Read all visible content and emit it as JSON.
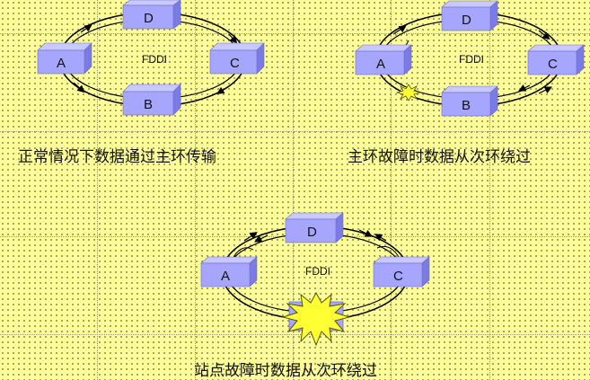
{
  "colors": {
    "background": "#ffff99",
    "box_front": "#a6a6ff",
    "box_top": "#c9c9ff",
    "box_side": "#7b7be6",
    "ring": "#000000",
    "fault_fill": "#ffff33",
    "fault_stroke": "#555500"
  },
  "diagrams": [
    {
      "center_label": "FDDI",
      "nodes": {
        "top": "D",
        "left": "A",
        "right": "C",
        "bottom": "B"
      },
      "caption": "正常情况下数据通过主环传输"
    },
    {
      "center_label": "FDDI",
      "nodes": {
        "top": "D",
        "left": "A",
        "right": "C",
        "bottom": "B"
      },
      "caption": "主环故障时数据从次环绕过"
    },
    {
      "center_label": "FDDI",
      "nodes": {
        "top": "D",
        "left": "A",
        "right": "C"
      },
      "caption": "站点故障时数据从次环绕过"
    }
  ]
}
